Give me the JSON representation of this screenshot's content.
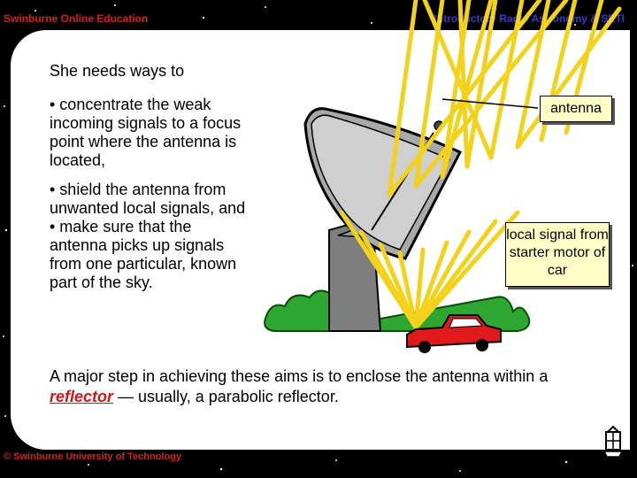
{
  "header": {
    "left_title": "Swinburne Online Education",
    "right_title": "Introductory Radio Astronomy & SETI"
  },
  "content": {
    "intro": "She needs ways to",
    "bullets": [
      "• concentrate the weak incoming signals to a focus point where the antenna is located,",
      "• shield the antenna from unwanted local signals, and",
      "• make sure that the antenna picks up signals from one particular, known part of the sky."
    ],
    "bottom_text_before": "A major step in achieving these aims is to enclose the antenna within a",
    "bottom_highlight": "reflector",
    "bottom_text_after": " — usually, a parabolic reflector."
  },
  "labels": {
    "antenna": "antenna",
    "local_signal": "local signal from starter motor of car"
  },
  "footer": {
    "copyright": "© Swinburne University of Technology"
  },
  "icons": [
    "dish-antenna-illustration",
    "car-illustration",
    "bush-illustration",
    "university-crest-icon"
  ],
  "colors": {
    "rays": "#f2d21a",
    "header_left": "#d42020",
    "header_right": "#3a3acc",
    "label_bg": "#ffffc8",
    "car": "#e01a1a",
    "bush": "#2fa62f"
  }
}
